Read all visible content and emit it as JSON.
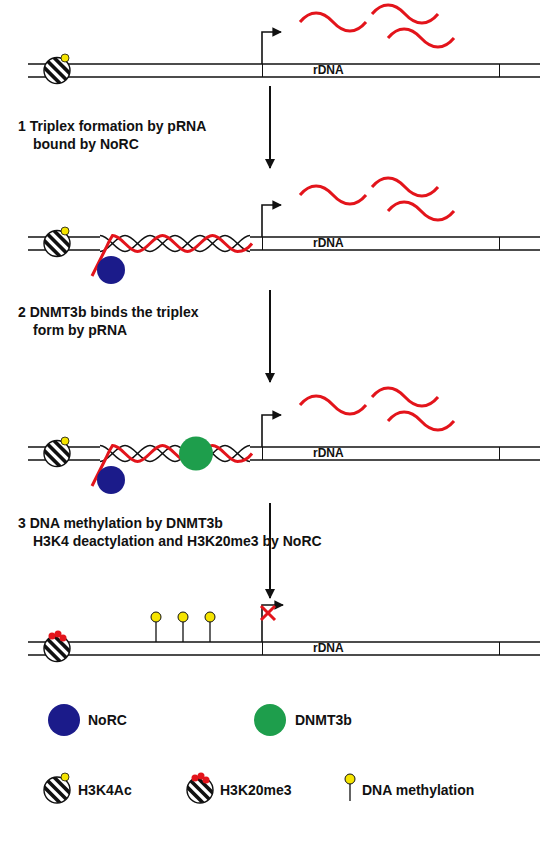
{
  "diagram": {
    "nodes": [
      {
        "text": [
          "rDNA"
        ]
      },
      {
        "text": [
          "rDNA"
        ]
      },
      {
        "text": [
          "rDNA"
        ]
      },
      {
        "text": [
          "rDNA"
        ]
      }
    ],
    "labels": [
      "1 Triplex formation by pRNA bound by NoRC",
      "2 DNMT3b binds the triplex form by pRNA",
      "3 DNA methylation by DNMT3b H3K4 deactylation and H3K20me3 by NoRC"
    ],
    "legend": [
      {
        "text": "NoRC",
        "color": "#1b1b8a"
      },
      {
        "text": "DNMT3b",
        "color": "#1e9e4c"
      },
      {
        "text": "H3K4Ac"
      },
      {
        "text": "H3K20me3"
      },
      {
        "text": "DNA methylation"
      }
    ]
  }
}
